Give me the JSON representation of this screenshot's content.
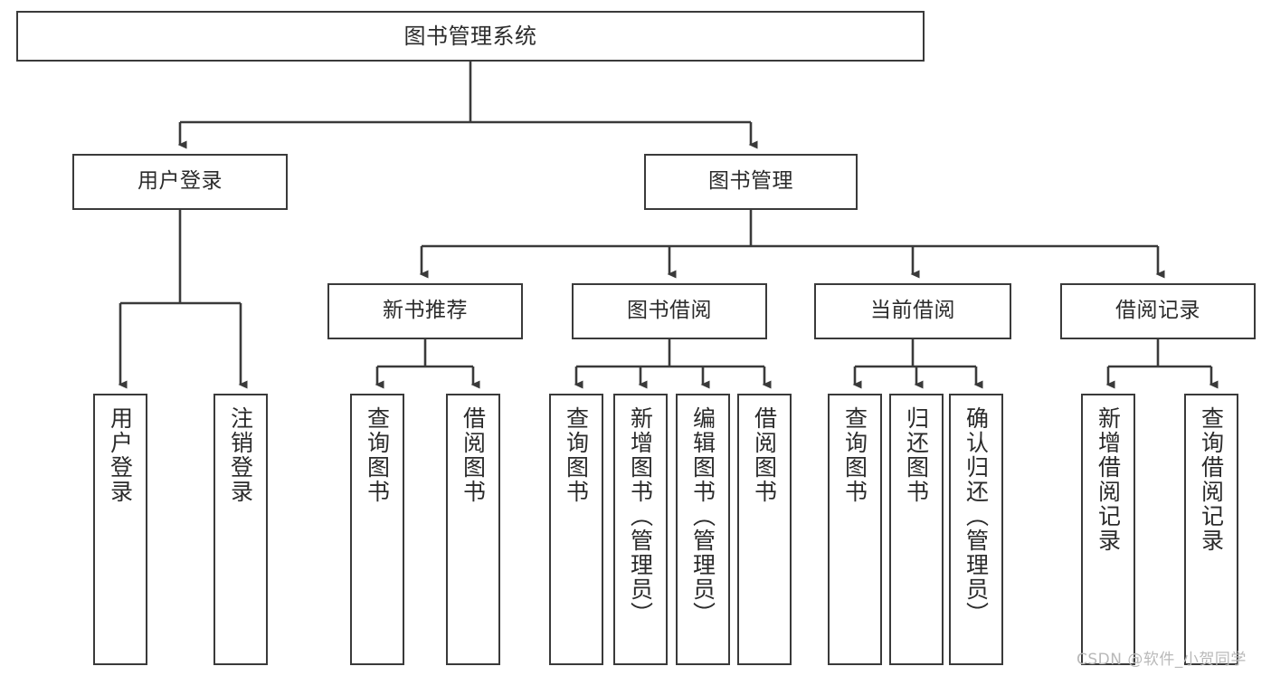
{
  "diagram": {
    "title": "图书管理系统",
    "type": "tree",
    "root": {
      "id": "root",
      "label": "图书管理系统"
    },
    "level2": [
      {
        "id": "user-login",
        "label": "用户登录"
      },
      {
        "id": "book-manage",
        "label": "图书管理"
      }
    ],
    "level3": [
      {
        "id": "new-book-recommend",
        "label": "新书推荐",
        "parent": "book-manage"
      },
      {
        "id": "book-borrow",
        "label": "图书借阅",
        "parent": "book-manage"
      },
      {
        "id": "current-borrow",
        "label": "当前借阅",
        "parent": "book-manage"
      },
      {
        "id": "borrow-record",
        "label": "借阅记录",
        "parent": "book-manage"
      }
    ],
    "leaves": [
      {
        "id": "leaf-user-login",
        "label": "用户登录",
        "parent": "user-login"
      },
      {
        "id": "leaf-logout-login",
        "label": "注销登录",
        "parent": "user-login"
      },
      {
        "id": "leaf-query-book-1",
        "label": "查询图书",
        "parent": "new-book-recommend"
      },
      {
        "id": "leaf-borrow-book-1",
        "label": "借阅图书",
        "parent": "new-book-recommend"
      },
      {
        "id": "leaf-query-book-2",
        "label": "查询图书",
        "parent": "book-borrow"
      },
      {
        "id": "leaf-add-book",
        "label": "新增图书（管理员）",
        "parent": "book-borrow"
      },
      {
        "id": "leaf-edit-book",
        "label": "编辑图书（管理员）",
        "parent": "book-borrow"
      },
      {
        "id": "leaf-borrow-book-2",
        "label": "借阅图书",
        "parent": "book-borrow"
      },
      {
        "id": "leaf-query-book-3",
        "label": "查询图书",
        "parent": "current-borrow"
      },
      {
        "id": "leaf-return-book",
        "label": "归还图书",
        "parent": "current-borrow"
      },
      {
        "id": "leaf-confirm-return",
        "label": "确认归还（管理员）",
        "parent": "current-borrow"
      },
      {
        "id": "leaf-add-record",
        "label": "新增借阅记录",
        "parent": "borrow-record"
      },
      {
        "id": "leaf-query-record",
        "label": "查询借阅记录",
        "parent": "borrow-record"
      }
    ],
    "watermark": "CSDN @软件_小贺同学",
    "colors": {
      "stroke": "#3a3a3a",
      "text": "#2b2b2b",
      "background": "#ffffff",
      "watermark": "#b9b9b9"
    }
  }
}
